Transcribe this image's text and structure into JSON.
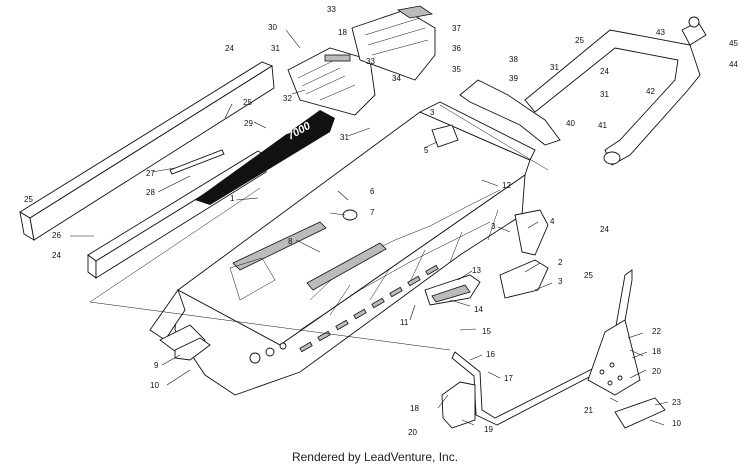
{
  "callout_labels": [
    "1",
    "2",
    "3",
    "3",
    "3",
    "4",
    "5",
    "6",
    "7",
    "8",
    "9",
    "10",
    "10",
    "11",
    "12",
    "13",
    "14",
    "15",
    "16",
    "17",
    "18",
    "18",
    "18",
    "19",
    "20",
    "20",
    "21",
    "22",
    "23",
    "24",
    "24",
    "24",
    "24",
    "25",
    "25",
    "25",
    "25",
    "26",
    "27",
    "28",
    "29",
    "30",
    "31",
    "31",
    "31",
    "31",
    "32",
    "33",
    "33",
    "34",
    "35",
    "36",
    "37",
    "38",
    "39",
    "40",
    "41",
    "42",
    "43",
    "44",
    "45"
  ],
  "decal_text": "7000",
  "footer": "Rendered by LeadVenture, Inc.",
  "colors": {
    "line": "#111111",
    "background": "#ffffff"
  }
}
